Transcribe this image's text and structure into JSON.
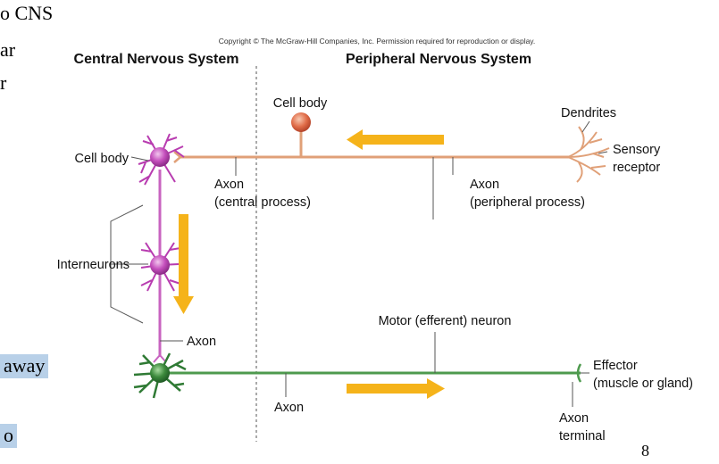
{
  "slide_text": {
    "line1": "o CNS",
    "line2": "ar",
    "line3": "r",
    "line4": "away",
    "line5": "o"
  },
  "page_number": "8",
  "figure": {
    "copyright": "Copyright © The McGraw-Hill Companies, Inc. Permission required for reproduction or display.",
    "cns_title": "Central Nervous System",
    "pns_title": "Peripheral Nervous System",
    "labels": {
      "cell_body_sensory": "Cell body",
      "cell_body_cns": "Cell body",
      "dendrites": "Dendrites",
      "sensory_receptor_1": "Sensory",
      "sensory_receptor_2": "receptor",
      "axon_central_1": "Axon",
      "axon_central_2": "(central process)",
      "axon_peripheral_1": "Axon",
      "axon_peripheral_2": "(peripheral process)",
      "interneurons": "Interneurons",
      "axon_inter": "Axon",
      "motor_neuron": "Motor (efferent) neuron",
      "axon_motor": "Axon",
      "effector_1": "Effector",
      "effector_2": "(muscle or gland)",
      "axon_terminal_1": "Axon",
      "axon_terminal_2": "terminal"
    }
  },
  "colors": {
    "sensory": "#e0a078",
    "sensory_body": "#e07050",
    "interneuron": "#c864c0",
    "interneuron_body": "#b83cb0",
    "motor": "#4e9a4e",
    "motor_body": "#2f7a34",
    "arrow": "#f5b31a",
    "leader": "#555555"
  }
}
